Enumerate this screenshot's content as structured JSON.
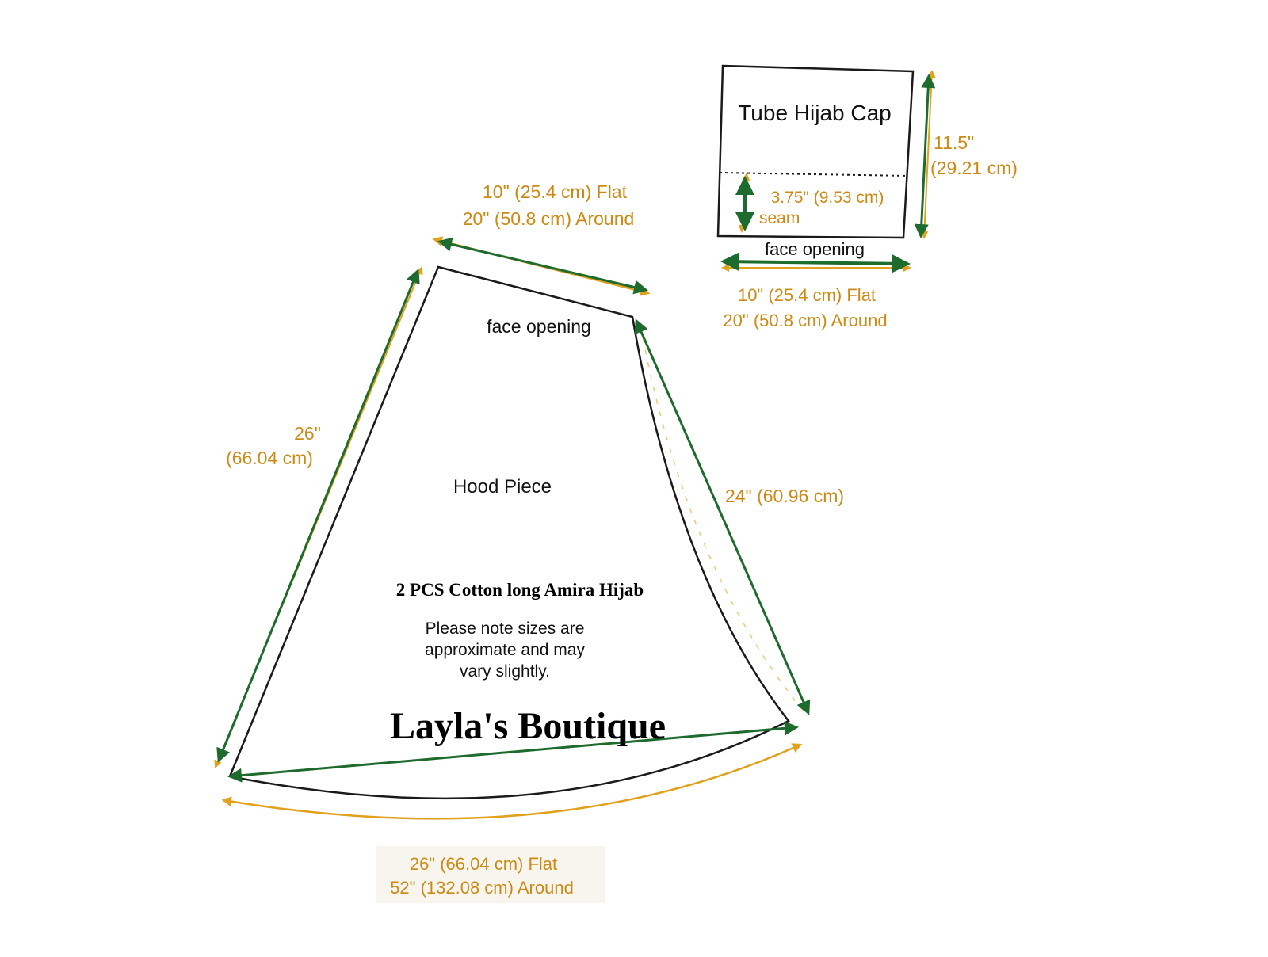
{
  "colors": {
    "outline": "#1a1a1a",
    "arrow": "#1e6b2e",
    "dimension": "#cc8a14"
  },
  "hood": {
    "label": "Hood Piece",
    "face_opening": "face opening",
    "top_flat": "10\" (25.4 cm) Flat",
    "top_around": "20\" (50.8 cm) Around",
    "left_in": "26\"",
    "left_cm": "(66.04 cm)",
    "right": "24\" (60.96 cm)",
    "bottom_flat": "26\" (66.04 cm) Flat",
    "bottom_around": "52\" (132.08 cm) Around",
    "product": "2 PCS Cotton long Amira Hijab",
    "note_line1": "Please note sizes are",
    "note_line2": "approximate and may",
    "note_line3": "vary slightly.",
    "brand": "Layla's Boutique"
  },
  "cap": {
    "title": "Tube Hijab Cap",
    "height_in": "11.5\"",
    "height_cm": "(29.21 cm)",
    "seam_measure": "3.75\" (9.53 cm)",
    "seam_label": "seam",
    "face_opening": "face opening",
    "width_flat": "10\" (25.4 cm) Flat",
    "width_around": "20\" (50.8 cm) Around"
  }
}
